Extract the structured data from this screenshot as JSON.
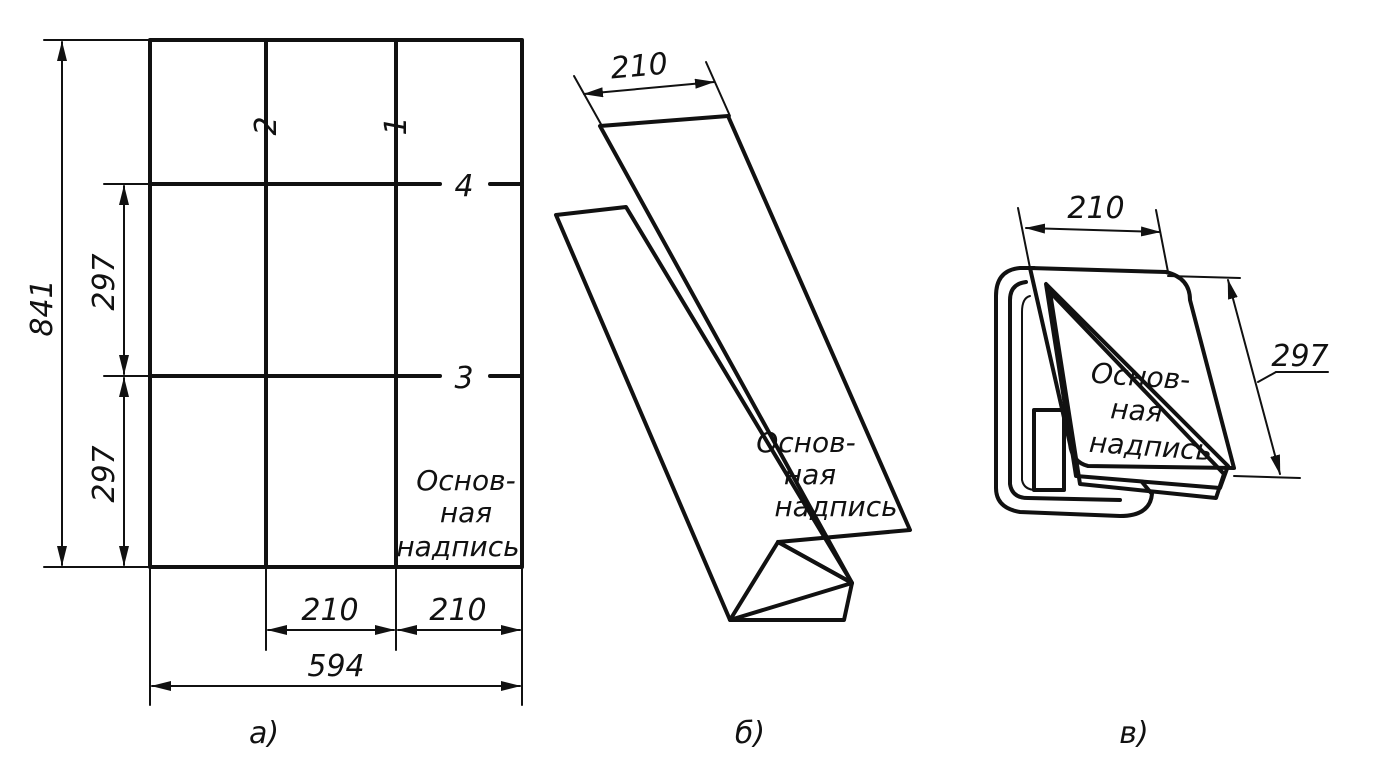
{
  "panel_a": {
    "dims": {
      "height": "841",
      "upper": "297",
      "lower": "297",
      "col1": "210",
      "col2": "210",
      "total": "594"
    },
    "fold_lines": {
      "l1": "1",
      "l2": "2",
      "l3": "3",
      "l4": "4"
    },
    "title_block": [
      "Основ-",
      "ная",
      "надпись"
    ],
    "caption": "а)"
  },
  "panel_b": {
    "width_dim": "210",
    "title_block": [
      "Основ-",
      "ная",
      "надпись"
    ],
    "caption": "б)"
  },
  "panel_c": {
    "width_dim": "210",
    "height_dim": "297",
    "title_block": [
      "Основ-",
      "ная",
      "надпись"
    ],
    "caption": "в)"
  }
}
